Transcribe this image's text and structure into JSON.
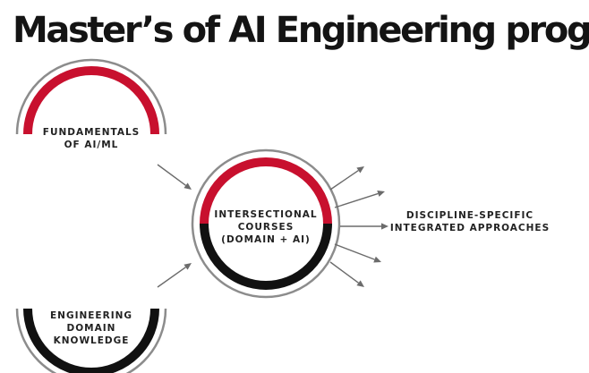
{
  "title": "Master’s of AI Engineering program",
  "nodes": {
    "fundamentals": [
      "FUNDAMENTALS",
      "OF AI/ML"
    ],
    "engineering": [
      "ENGINEERING",
      "DOMAIN",
      "KNOWLEDGE"
    ],
    "intersectional": [
      "INTERSECTIONAL",
      "COURSES",
      "(DOMAIN + AI)"
    ],
    "discipline": [
      "DISCIPLINE-SPECIFIC",
      "INTEGRATED APPROACHES"
    ]
  },
  "colors": {
    "accent_red": "#c8102e",
    "ring_black": "#111111",
    "ring_grey": "#8c8c8c",
    "arrow": "#6b6b6b",
    "text": "#222222"
  }
}
